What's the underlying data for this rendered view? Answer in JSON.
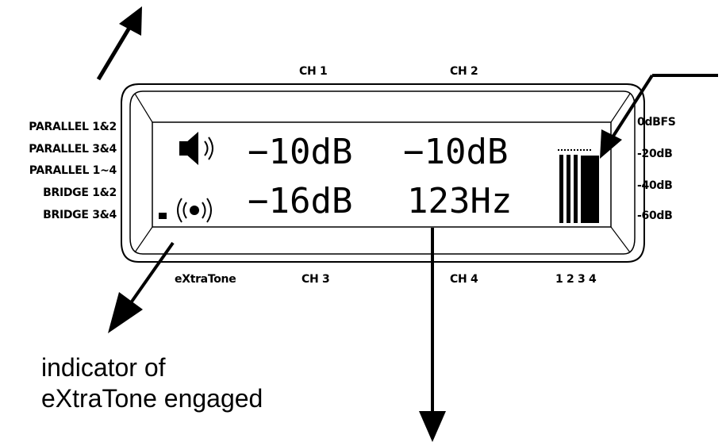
{
  "channel_labels": {
    "ch1": "CH 1",
    "ch2": "CH 2",
    "ch3": "CH 3",
    "ch4": "CH 4",
    "meter_channels": "1 2 3 4",
    "extratone": "eXtraTone"
  },
  "mode_labels": [
    "PARALLEL 1&2",
    "PARALLEL 3&4",
    "PARALLEL 1~4",
    "BRIDGE 1&2",
    "BRIDGE 3&4"
  ],
  "meter_scale": [
    "0dBFS",
    "-20dB",
    "-40dB",
    "-60dB"
  ],
  "display": {
    "row1": [
      "−10dB",
      "−10dB"
    ],
    "row2": [
      "−16dB",
      "123Hz"
    ]
  },
  "icons": [
    "speaker-icon",
    "broadcast-icon"
  ],
  "caption": {
    "line1": "indicator of",
    "line2": "eXtraTone engaged"
  }
}
